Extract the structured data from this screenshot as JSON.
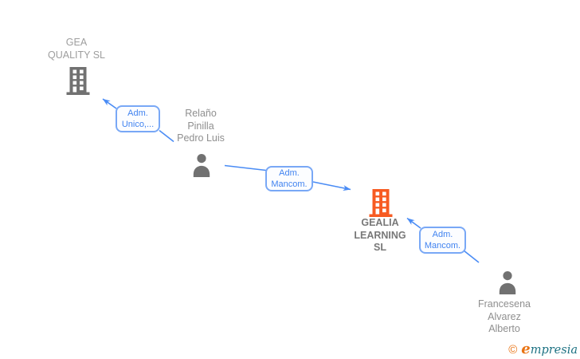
{
  "diagram_type": "corporate-relations-graph",
  "colors": {
    "edge_blue": "#4a8cf5",
    "box_border_blue": "#79a8f6",
    "box_text_blue": "#4183f0",
    "company_gray": "#9e9e9e",
    "company_highlight_gray": "#787878",
    "person_text_gray": "#8f8f8f",
    "icon_gray": "#717171",
    "building_highlight_orange": "#f75b22",
    "logo_orange": "#e97313",
    "logo_teal": "#1d7283"
  },
  "nodes": {
    "gea": {
      "type": "company",
      "lines": [
        "GEA",
        "QUALITY SL"
      ]
    },
    "relano": {
      "type": "person",
      "lines": [
        "Relaño",
        "Pinilla",
        "Pedro Luis"
      ]
    },
    "gealia": {
      "type": "company",
      "highlighted": true,
      "lines": [
        "GEALIA",
        "LEARNING",
        "SL"
      ]
    },
    "francesena": {
      "type": "person",
      "lines": [
        "Francesena",
        "Alvarez",
        "Alberto"
      ]
    }
  },
  "relations": {
    "adm_unico": {
      "from": "Relaño Pinilla Pedro Luis",
      "to": "GEA QUALITY SL",
      "label_lines": [
        "Adm.",
        "Unico,..."
      ]
    },
    "adm_mancom_1": {
      "from": "Relaño Pinilla Pedro Luis",
      "to": "GEALIA LEARNING SL",
      "label_lines": [
        "Adm.",
        "Mancom."
      ]
    },
    "adm_mancom_2": {
      "from": "Francesena Alvarez Alberto",
      "to": "GEALIA LEARNING SL",
      "label_lines": [
        "Adm.",
        "Mancom."
      ]
    }
  },
  "footer": {
    "copyright_symbol": "©",
    "brand_first_letter": "e",
    "brand_rest": "mpresia"
  }
}
